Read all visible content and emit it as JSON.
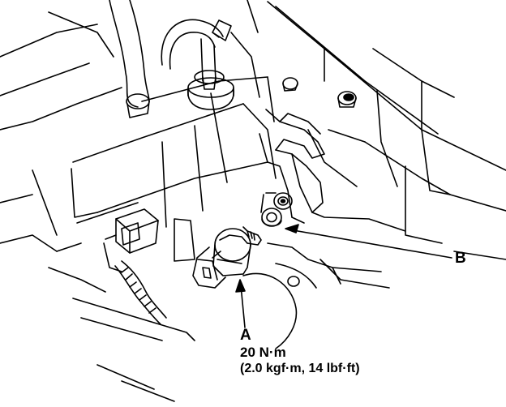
{
  "callouts": {
    "a": {
      "letter": "A",
      "torque_nm": "20 N·m",
      "torque_alt": "(2.0 kgf·m, 14 lbf·ft)"
    },
    "b": {
      "letter": "B"
    }
  },
  "colors": {
    "ink": "#000000",
    "paper": "#ffffff"
  }
}
